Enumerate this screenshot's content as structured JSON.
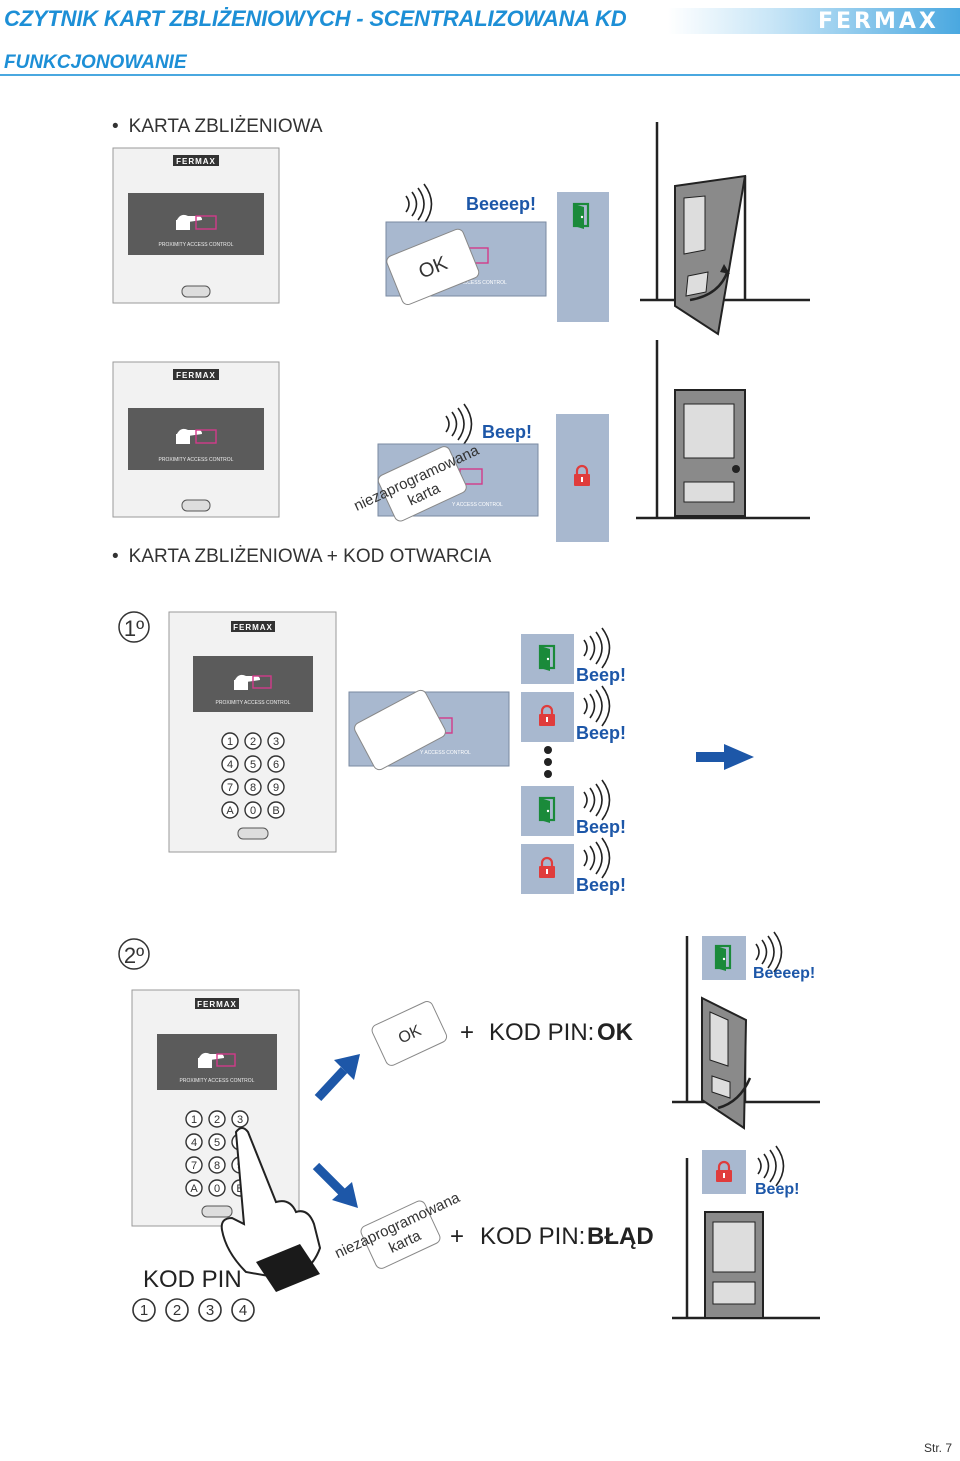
{
  "header": {
    "title": "CZYTNIK KART ZBLIŻENIOWYCH - SCENTRALIZOWANA KD",
    "brand": "FERMAX",
    "section": "FUNKCJONOWANIE",
    "accent_color": "#1d8fd6"
  },
  "section_card_only": {
    "heading": "KARTA ZBLIŻENIOWA",
    "device_logo": "FERMAX",
    "device_label": "PROXIMITY ACCESS CONTROL",
    "reader_label_partial": "Y ACCESS CONTROL",
    "ok_case": {
      "card_text": "OK",
      "sound": "Beeeep!",
      "result_icon": "door-open-icon"
    },
    "error_case": {
      "card_line1": "niezaprogramowana",
      "card_line2": "karta",
      "sound": "Beep!",
      "result_icon": "lock-icon"
    }
  },
  "section_card_pin": {
    "heading": "KARTA ZBLIŻENIOWA + KOD OTWARCIA",
    "step1": {
      "label": "1º",
      "reader_label_partial": "Y ACCESS CONTROL",
      "sounds": [
        "Beep!",
        "Beep!",
        "Beep!",
        "Beep!"
      ],
      "status_icons": [
        "door-open-icon",
        "lock-icon",
        "door-open-icon",
        "lock-icon"
      ]
    },
    "keypad_keys": [
      "1",
      "2",
      "3",
      "4",
      "5",
      "6",
      "7",
      "8",
      "9",
      "A",
      "0",
      "B"
    ],
    "step2": {
      "label": "2º",
      "ok_sound": "Beeeep!",
      "ok_card_text": "OK",
      "ok_plus": "+",
      "ok_pin_label": "KOD PIN:",
      "ok_pin_result": "OK",
      "err_sound": "Beep!",
      "err_card_line1": "niezaprogramowana",
      "err_card_line2": "karta",
      "err_plus": "+",
      "err_pin_label": "KOD PIN:",
      "err_pin_result": "BŁĄD",
      "pin_caption": "KOD PIN",
      "pin_digits": [
        "1",
        "2",
        "3",
        "4"
      ]
    }
  },
  "footer": {
    "page": "Str. 7"
  }
}
